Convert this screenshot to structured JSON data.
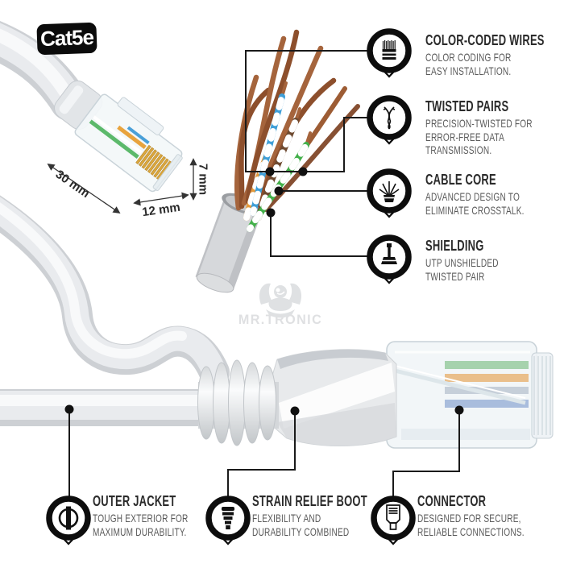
{
  "product_label": "Cat5e",
  "watermark": "MR.TRONIC",
  "dimensions": {
    "length": "30 mm",
    "width": "12 mm",
    "height": "7 mm"
  },
  "callouts": {
    "right": [
      {
        "title": "COLOR-CODED WIRES",
        "lines": [
          "COLOR CODING FOR",
          "EASY INSTALLATION."
        ],
        "icon": "color-coded-wires-icon"
      },
      {
        "title": "TWISTED PAIRS",
        "lines": [
          "PRECISION-TWISTED FOR",
          "ERROR-FREE DATA",
          "TRANSMISSION."
        ],
        "icon": "twisted-pairs-icon"
      },
      {
        "title": "CABLE CORE",
        "lines": [
          "ADVANCED DESIGN TO",
          "ELIMINATE CROSSTALK."
        ],
        "icon": "cable-core-icon"
      },
      {
        "title": "SHIELDING",
        "lines": [
          "UTP UNSHIELDED",
          "TWISTED PAIR"
        ],
        "icon": "shielding-icon"
      }
    ],
    "bottom": [
      {
        "title": "OUTER JACKET",
        "lines": [
          "TOUGH EXTERIOR FOR",
          "MAXIMUM DURABILITY."
        ],
        "icon": "outer-jacket-icon"
      },
      {
        "title": "STRAIN RELIEF BOOT",
        "lines": [
          "FLEXIBILITY AND",
          "DURABILITY COMBINED"
        ],
        "icon": "strain-relief-boot-icon"
      },
      {
        "title": "CONNECTOR",
        "lines": [
          "DESIGNED FOR SECURE,",
          "RELIABLE CONNECTIONS."
        ],
        "icon": "connector-icon"
      }
    ]
  },
  "colors": {
    "accent_black": "#111111",
    "title_text": "#2b2b2b",
    "subtitle_text": "#595959",
    "cable_gray": "#e9ebed",
    "jacket_gray": "#c6c8cb",
    "copper": "#a2613a",
    "wire_orange": "#e59a3c",
    "wire_blue": "#3f9fd8",
    "wire_brown": "#6e4a30",
    "wire_green": "#43b04a",
    "watermark_gray": "#dfe0e2"
  }
}
